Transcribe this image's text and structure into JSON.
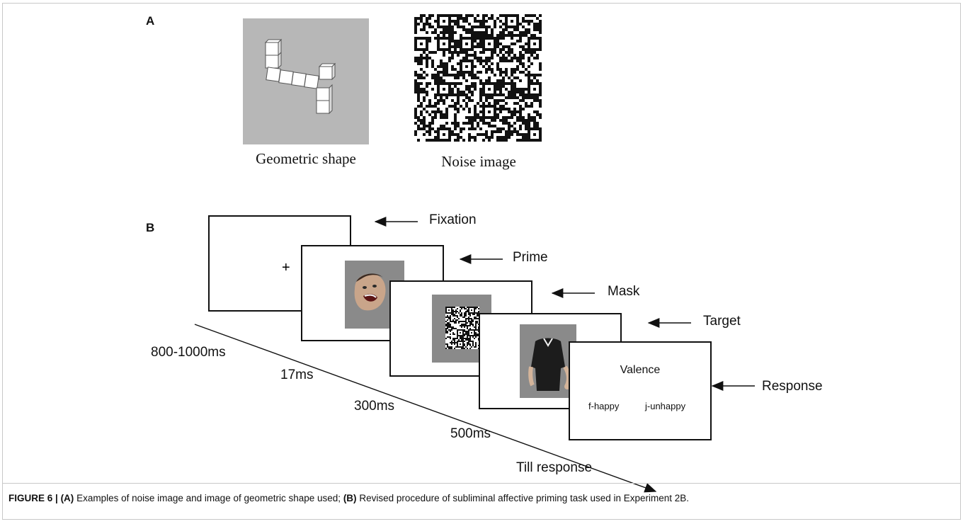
{
  "panel_a": {
    "letter": "A",
    "geometric_caption": "Geometric shape",
    "noise_caption": "Noise image"
  },
  "panel_b": {
    "letter": "B",
    "screens": [
      {
        "label": "Fixation",
        "timing": "800-1000ms",
        "content": "+"
      },
      {
        "label": "Prime",
        "timing": "17ms",
        "content": "face-image"
      },
      {
        "label": "Mask",
        "timing": "300ms",
        "content": "noise-image"
      },
      {
        "label": "Target",
        "timing": "500ms",
        "content": "body-image"
      },
      {
        "label": "Response",
        "timing": "Till response",
        "content": "text"
      }
    ],
    "response": {
      "title": "Valence",
      "option_left": "f-happy",
      "option_right": "j-unhappy"
    }
  },
  "caption": {
    "figure_label": "FIGURE 6 |",
    "part_a": "(A)",
    "text_a": "Examples of noise image and image of geometric shape used;",
    "part_b": "(B)",
    "text_b": "Revised procedure of subliminal affective priming task used in Experiment 2B."
  },
  "colors": {
    "stimulus_gray": "#8a8a8a",
    "shape_background": "#b7b7b7",
    "frame_border": "#c8c8c8"
  }
}
